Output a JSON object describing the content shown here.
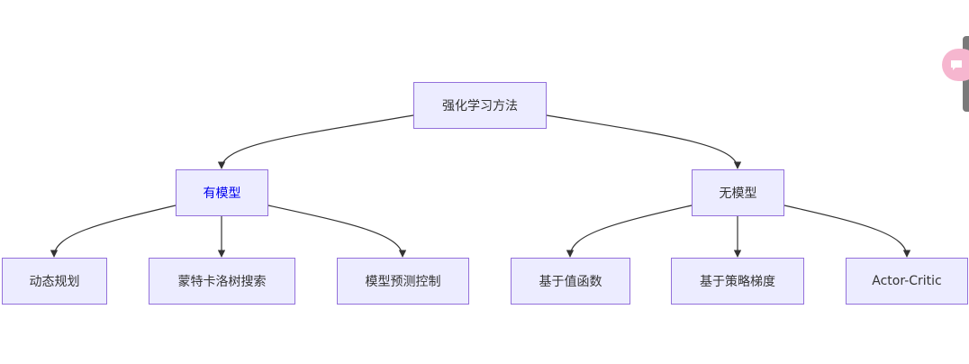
{
  "diagram": {
    "root": "强化学习方法",
    "branches": [
      {
        "label": "有模型",
        "children": [
          "动态规划",
          "蒙特卡洛树搜索",
          "模型预测控制"
        ]
      },
      {
        "label": "无模型",
        "children": [
          "基于值函数",
          "基于策略梯度",
          "Actor-Critic"
        ]
      }
    ],
    "colors": {
      "node_fill": "#ececff",
      "node_border": "#9370db",
      "edge": "#333333",
      "highlight_text": "#0000ee"
    }
  },
  "side_widget": {
    "icon": "chat-bubble-icon"
  }
}
